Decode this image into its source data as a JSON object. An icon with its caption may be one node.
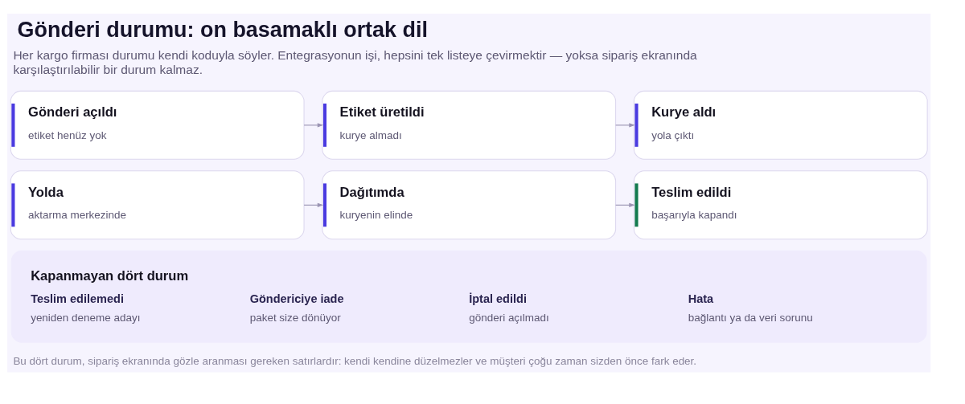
{
  "diagram": {
    "title": "Gönderi durumu: on basamaklı ortak dil",
    "caption": "Bu dört durum, sipariş ekranında gözle aranması gereken satırlardır: kendi kendine düzelmezler ve müşteri çoğu zaman sizden önce fark eder.",
    "nodes": [
      {
        "text": [
          "Gönderi açıldı",
          "etiket henüz yok"
        ]
      },
      {
        "text": [
          "Etiket üretildi",
          "kurye almadı"
        ]
      },
      {
        "text": [
          "Kurye aldı",
          "yola çıktı"
        ]
      },
      {
        "text": [
          "Yolda",
          "aktarma merkezinde"
        ]
      },
      {
        "text": [
          "Dağıtımda",
          "kuryenin elinde"
        ]
      },
      {
        "text": [
          "Teslim edildi",
          "başarıyla kapandı"
        ]
      },
      {
        "text": [
          "Kapanmayan dört durum",
          "Teslim edilemedi",
          "yeniden deneme adayı",
          "Göndericiye iade",
          "paket size dönüyor",
          "İptal edildi",
          "gönderi açılmadı",
          "Hata",
          "bağlantı ya da veri sorunu"
        ]
      }
    ],
    "edges": [
      {
        "from": 0,
        "to": 1,
        "arrow": "to"
      },
      {
        "from": 1,
        "to": 2,
        "arrow": "to"
      },
      {
        "from": 3,
        "to": 4,
        "arrow": "to"
      },
      {
        "from": 4,
        "to": 5,
        "arrow": "to"
      }
    ],
    "labels": [
      "Her kargo firması durumu kendi koduyla söyler. Entegrasyonun işi, hepsini tek listeye çevirmektir — yoksa sipariş ekranında karşılaştırılabilir bir durum kalmaz."
    ]
  }
}
